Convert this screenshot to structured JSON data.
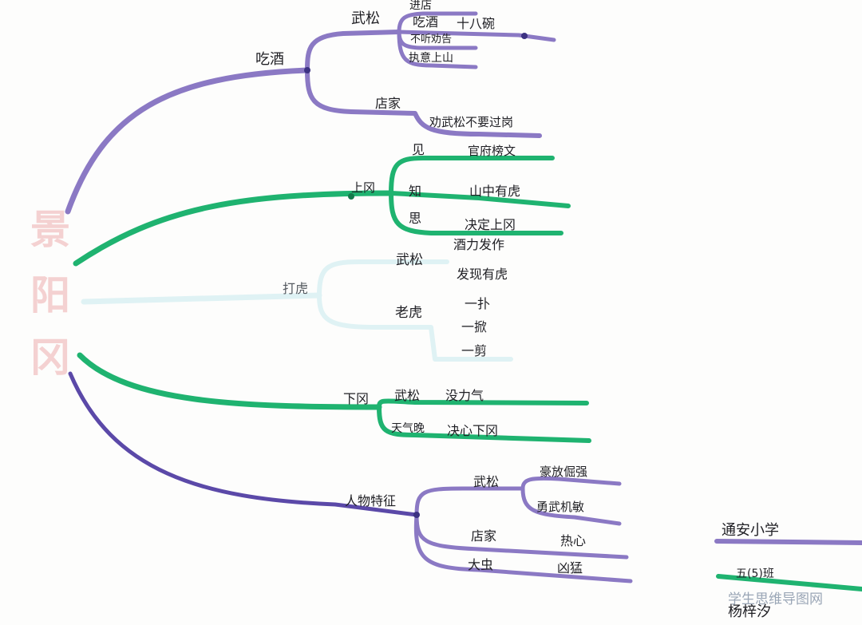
{
  "title_chars": [
    "景",
    "阳",
    "冈"
  ],
  "colors": {
    "purple": "#8b79c4",
    "deep_purple": "#5b49a8",
    "green": "#1fb370",
    "faint_cyan": "#dff2f4",
    "title_pink": "#f2c3c3"
  },
  "branches": {
    "drink": {
      "label": "吃酒",
      "wusong": {
        "label": "武松",
        "items": [
          "进店",
          "吃酒",
          "十八碗",
          "不听劝告",
          "执意上山"
        ]
      },
      "shop": {
        "label": "店家",
        "item": "劝武松不要过岗"
      }
    },
    "up": {
      "label": "上冈",
      "see": {
        "label": "见",
        "detail": "官府榜文"
      },
      "know": {
        "label": "知",
        "detail": "山中有虎"
      },
      "think": {
        "label": "思",
        "detail": "决定上冈"
      }
    },
    "fight": {
      "label": "打虎",
      "wusong": {
        "label": "武松",
        "items": [
          "酒力发作",
          "发现有虎"
        ]
      },
      "tiger": {
        "label": "老虎",
        "items": [
          "一扑",
          "一掀",
          "一剪"
        ]
      }
    },
    "down": {
      "label": "下冈",
      "wusong": {
        "label": "武松",
        "detail": "没力气"
      },
      "sky": {
        "label": "天气晚",
        "detail": "决心下冈"
      }
    },
    "traits": {
      "label": "人物特征",
      "wusong": {
        "label": "武松",
        "items": [
          "豪放倔强",
          "勇武机敏"
        ]
      },
      "shop": {
        "label": "店家",
        "detail": "热心"
      },
      "tiger": {
        "label": "大虫",
        "detail": "凶猛"
      }
    }
  },
  "author": {
    "school": "通安小学",
    "class": "五(5)班",
    "name": "杨梓汐"
  },
  "watermark": "学生思维导图网"
}
